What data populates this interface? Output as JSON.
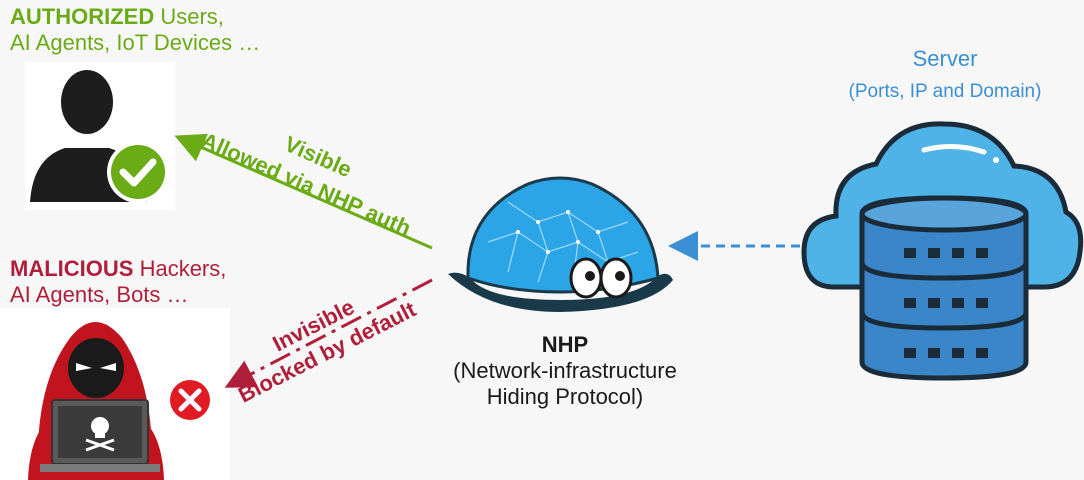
{
  "authorized": {
    "bold": "AUTHORIZED",
    "rest": " Users,",
    "line2": "AI Agents, IoT Devices …"
  },
  "malicious": {
    "bold": "MALICIOUS",
    "rest": " Hackers,",
    "line2": "AI Agents, Bots …"
  },
  "server": {
    "title": "Server",
    "subtitle": "(Ports, IP and Domain)"
  },
  "nhp": {
    "title": "NHP",
    "line1": "(Network-infrastructure",
    "line2": "Hiding Protocol)"
  },
  "allowed_path": {
    "label1": "Visible",
    "label2": "Allowed via NHP auth"
  },
  "blocked_path": {
    "label1": "Invisible",
    "label2": "Blocked by default"
  },
  "colors": {
    "authorized": "#6aab16",
    "malicious": "#b01f3a",
    "server": "#3b8fd4"
  }
}
